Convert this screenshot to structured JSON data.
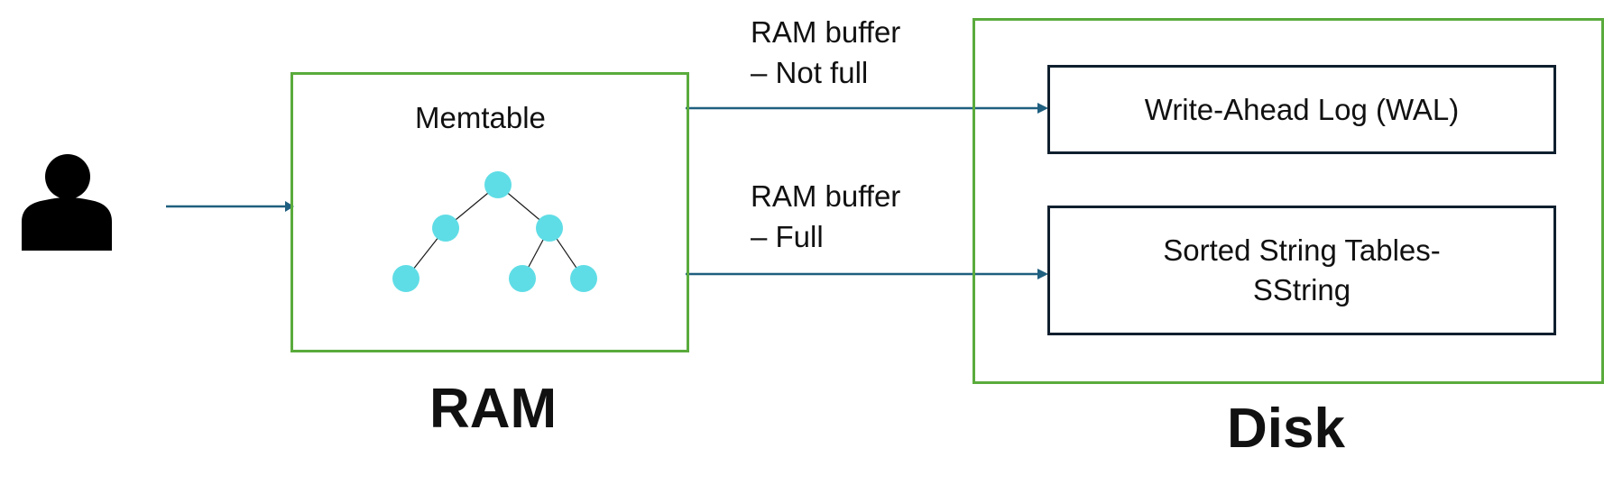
{
  "colors": {
    "container_border": "#5aab3c",
    "box_border": "#0f1f2e",
    "arrow": "#1f5f7f",
    "tree_node": "#5fdde6",
    "text": "#111111"
  },
  "user": {
    "icon": "person-icon"
  },
  "memtable": {
    "title": "Memtable",
    "tree_icon": "binary-tree-icon"
  },
  "ram": {
    "label": "RAM"
  },
  "disk": {
    "label": "Disk",
    "wal_label": "Write-Ahead Log (WAL)",
    "sstable_line1": "Sorted String Tables-",
    "sstable_line2": "SString"
  },
  "arrows": {
    "not_full_line1": "RAM buffer",
    "not_full_line2": "– Not full",
    "full_line1": "RAM buffer",
    "full_line2": "– Full"
  }
}
